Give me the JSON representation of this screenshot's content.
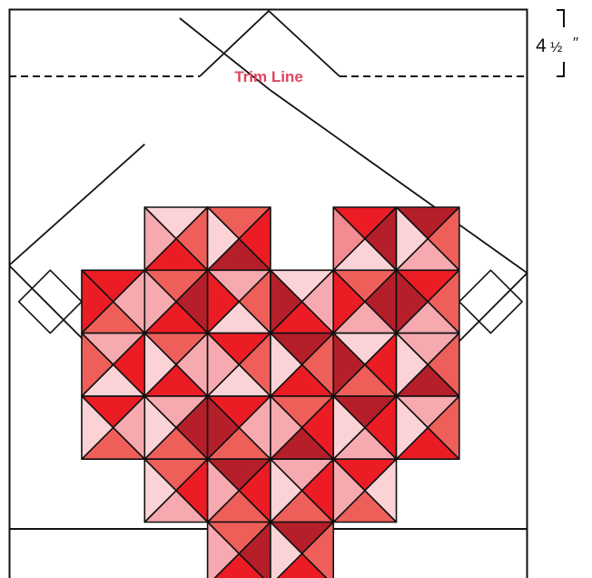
{
  "labels": {
    "trim_line": "Trim Line",
    "dimension_whole": "4",
    "dimension_fraction": "½",
    "dimension_unit": "′′"
  },
  "colors": {
    "trim_label": "#e0445e",
    "outline": "#111111",
    "palette": [
      "#fbd3d6",
      "#f7a9b0",
      "#f48b90",
      "#ee5f5a",
      "#ec1c24",
      "#b51f2a",
      "#f9c3c3",
      "#f26c6f"
    ]
  },
  "quilt": {
    "heart_cells": [
      [
        0,
        1
      ],
      [
        0,
        2
      ],
      [
        0,
        4
      ],
      [
        0,
        5
      ],
      [
        1,
        0
      ],
      [
        1,
        1
      ],
      [
        1,
        2
      ],
      [
        1,
        3
      ],
      [
        1,
        4
      ],
      [
        1,
        5
      ],
      [
        2,
        0
      ],
      [
        2,
        1
      ],
      [
        2,
        2
      ],
      [
        2,
        3
      ],
      [
        2,
        4
      ],
      [
        2,
        5
      ],
      [
        3,
        0
      ],
      [
        3,
        1
      ],
      [
        3,
        2
      ],
      [
        3,
        3
      ],
      [
        3,
        4
      ],
      [
        3,
        5
      ],
      [
        4,
        1
      ],
      [
        4,
        2
      ],
      [
        4,
        3
      ],
      [
        4,
        4
      ],
      [
        5,
        2
      ],
      [
        5,
        3
      ]
    ],
    "cell_colors": [
      [
        [
          0,
          0,
          0,
          0
        ],
        [
          0,
          3,
          4,
          1
        ],
        [
          3,
          4,
          5,
          0
        ],
        [
          0,
          0,
          0,
          0
        ],
        [
          4,
          5,
          0,
          2
        ],
        [
          5,
          3,
          1,
          0
        ]
      ],
      [
        [
          4,
          1,
          3,
          4
        ],
        [
          3,
          5,
          4,
          1
        ],
        [
          1,
          3,
          0,
          4
        ],
        [
          0,
          1,
          4,
          5
        ],
        [
          3,
          5,
          1,
          4
        ],
        [
          4,
          3,
          1,
          5
        ]
      ],
      [
        [
          1,
          4,
          0,
          3
        ],
        [
          3,
          1,
          4,
          0
        ],
        [
          4,
          3,
          0,
          1
        ],
        [
          5,
          3,
          4,
          0
        ],
        [
          0,
          4,
          3,
          5
        ],
        [
          1,
          3,
          5,
          0
        ]
      ],
      [
        [
          4,
          1,
          3,
          0
        ],
        [
          1,
          5,
          3,
          0
        ],
        [
          4,
          1,
          3,
          5
        ],
        [
          3,
          4,
          5,
          1
        ],
        [
          5,
          4,
          1,
          0
        ],
        [
          1,
          3,
          4,
          0
        ]
      ],
      [
        [
          0,
          0,
          0,
          0
        ],
        [
          3,
          4,
          1,
          0
        ],
        [
          5,
          4,
          3,
          1
        ],
        [
          1,
          4,
          3,
          0
        ],
        [
          4,
          0,
          3,
          1
        ],
        [
          0,
          0,
          0,
          0
        ]
      ],
      [
        [
          0,
          0,
          0,
          0
        ],
        [
          0,
          0,
          0,
          0
        ],
        [
          3,
          5,
          4,
          1
        ],
        [
          5,
          3,
          4,
          0
        ],
        [
          0,
          0,
          0,
          0
        ],
        [
          0,
          0,
          0,
          0
        ]
      ]
    ]
  }
}
